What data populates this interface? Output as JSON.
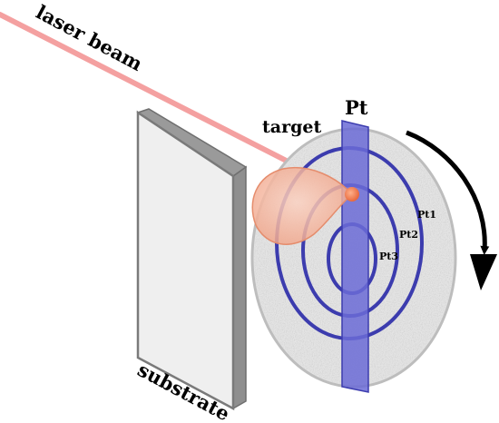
{
  "labels": {
    "laser_beam": "laser beam",
    "target": "target",
    "pt": "Pt",
    "pt1": "Pt1",
    "pt2": "Pt2",
    "pt3": "Pt3",
    "substrate": "substrate"
  },
  "colors": {
    "laser": "#f4a0a0",
    "plume": "#f6b59c",
    "laser_spot": "#f07850",
    "pt_strip": "#6b6bd6",
    "pt_rings": "#3c3cae",
    "target_disk": "#e0e0e0",
    "substrate_face": "#eeeeee",
    "substrate_edge": "#888888",
    "rotation_arrow": "#000000"
  },
  "icons": {
    "rotation": "clockwise-rotation-arrow"
  }
}
